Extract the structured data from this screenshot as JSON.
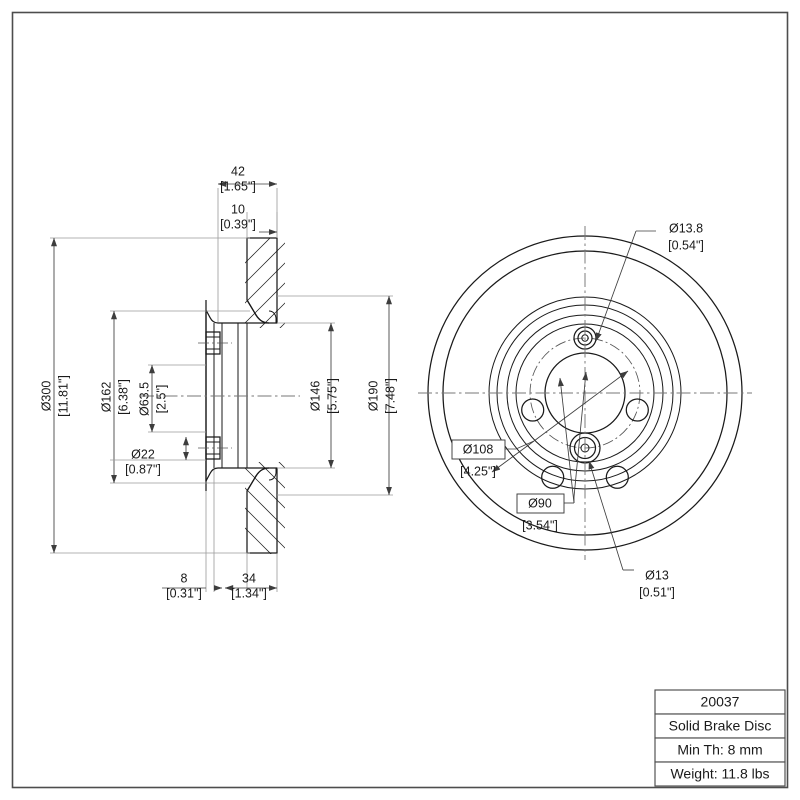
{
  "drawing": {
    "type": "engineering-drawing",
    "subject": "Solid Brake Disc",
    "views": {
      "left": "cross-section side view",
      "right": "face / front view"
    }
  },
  "dimensions": {
    "outer_diameter": {
      "metric": "Ø300",
      "imperial": "[11.81\"]"
    },
    "ring_diameter": {
      "metric": "Ø162",
      "imperial": "[6.38\"]"
    },
    "hub_bore": {
      "metric": "Ø63.5",
      "imperial": "[2.5\"]"
    },
    "pin_hole": {
      "metric": "Ø22",
      "imperial": "[0.87\"]"
    },
    "inner_face": {
      "metric": "Ø146",
      "imperial": "[5.75\"]"
    },
    "braking_surface": {
      "metric": "Ø190",
      "imperial": "[7.48\"]"
    },
    "overall_thickness": {
      "metric": "42",
      "imperial": "[1.65\"]"
    },
    "disc_thickness": {
      "metric": "10",
      "imperial": "[0.39\"]"
    },
    "hat_offset": {
      "metric": "8",
      "imperial": "[0.31\"]"
    },
    "hat_depth": {
      "metric": "34",
      "imperial": "[1.34\"]"
    },
    "lug_hole": {
      "metric": "Ø13.8",
      "imperial": "[0.54\"]"
    },
    "bolt_circle": {
      "metric": "Ø108",
      "imperial": "[4.25\"]"
    },
    "pilot_circle": {
      "metric": "Ø90",
      "imperial": "[3.54\"]"
    },
    "locating_pin": {
      "metric": "Ø13",
      "imperial": "[0.51\"]"
    }
  },
  "title_block": {
    "part_number": "20037",
    "description": "Solid Brake Disc",
    "min_thickness": "Min Th: 8 mm",
    "weight": "Weight: 11.8 lbs"
  },
  "colors": {
    "object_line": "#1a1a1a",
    "frame": "#4d4d4d",
    "centerline": "#777777",
    "dimension": "#3d3d3d",
    "background": "#ffffff"
  }
}
